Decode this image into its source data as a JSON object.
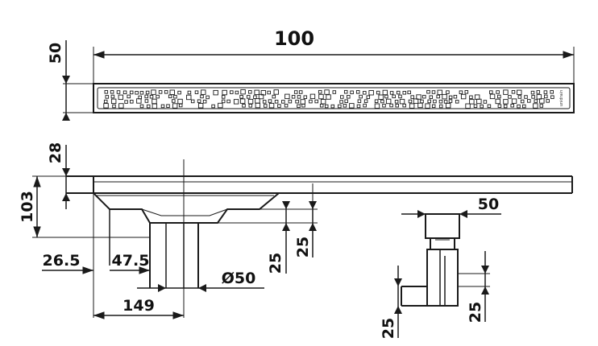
{
  "drawing": {
    "top_view": {
      "length_label": "100",
      "width_label": "50",
      "brand_mark": "unidrain"
    },
    "side_view": {
      "cover_height_label": "28",
      "total_height_label": "103",
      "outlet_offset_label": "26.5",
      "funnel_offset_label": "47.5",
      "outlet_distance_label": "149",
      "pipe_diameter_label": "Ø50",
      "drop_label_a": "25",
      "drop_label_b": "25"
    },
    "trap_detail": {
      "top_width_label": "50",
      "left_height_label": "25",
      "right_height_label": "25"
    }
  }
}
